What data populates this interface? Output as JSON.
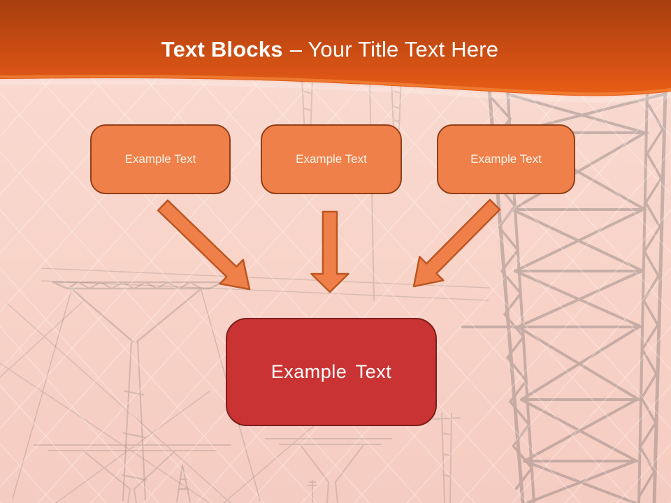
{
  "slide": {
    "header": {
      "title_bold": "Text Blocks",
      "title_regular": "– Your Title Text Here"
    },
    "text_blocks": [
      {
        "label": "Example Text"
      },
      {
        "label": "Example Text"
      },
      {
        "label": "Example Text"
      }
    ],
    "result_block": {
      "label": "Example Text"
    },
    "colors": {
      "header_gradient_top": "#A63F0E",
      "header_gradient_bottom": "#E95E17",
      "block_fill": "#EF8049",
      "block_border": "#913F18",
      "arrow_fill": "#EF8049",
      "arrow_border": "#BC5622",
      "result_fill": "#C93333",
      "result_border": "#7E1E1E",
      "background": "#F8D4CA",
      "title_text": "#FFFFFF"
    }
  }
}
